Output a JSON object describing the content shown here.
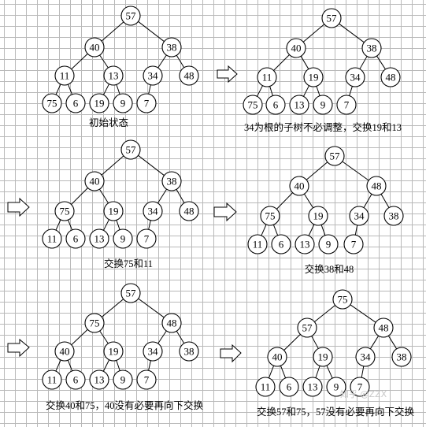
{
  "trees": [
    {
      "caption": "初始状态",
      "nodes": {
        "a": "57",
        "b": "40",
        "c": "38",
        "d": "11",
        "e": "13",
        "f": "34",
        "g": "48",
        "h": "75",
        "i": "6",
        "j": "19",
        "k": "9",
        "l": "7"
      }
    },
    {
      "caption": "34为根的子树不必调整，交换19和13",
      "nodes": {
        "a": "57",
        "b": "40",
        "c": "38",
        "d": "11",
        "e": "19",
        "f": "34",
        "g": "48",
        "h": "75",
        "i": "6",
        "j": "13",
        "k": "9",
        "l": "7"
      }
    },
    {
      "caption": "交换75和11",
      "nodes": {
        "a": "57",
        "b": "40",
        "c": "38",
        "d": "75",
        "e": "19",
        "f": "34",
        "g": "48",
        "h": "11",
        "i": "6",
        "j": "13",
        "k": "9",
        "l": "7"
      }
    },
    {
      "caption": "交换38和48",
      "nodes": {
        "a": "57",
        "b": "40",
        "c": "48",
        "d": "75",
        "e": "19",
        "f": "34",
        "g": "38",
        "h": "11",
        "i": "6",
        "j": "13",
        "k": "9",
        "l": "7"
      }
    },
    {
      "caption": "交换40和75，40没有必要再向下交换",
      "nodes": {
        "a": "57",
        "b": "75",
        "c": "48",
        "d": "40",
        "e": "19",
        "f": "34",
        "g": "38",
        "h": "11",
        "i": "6",
        "j": "13",
        "k": "9",
        "l": "7"
      }
    },
    {
      "caption": "交换57和75，57没有必要再向下交换",
      "nodes": {
        "a": "75",
        "b": "57",
        "c": "48",
        "d": "40",
        "e": "19",
        "f": "34",
        "g": "38",
        "h": "11",
        "i": "6",
        "j": "13",
        "k": "9",
        "l": "7"
      }
    }
  ],
  "watermark": "知乎 @ZZX"
}
